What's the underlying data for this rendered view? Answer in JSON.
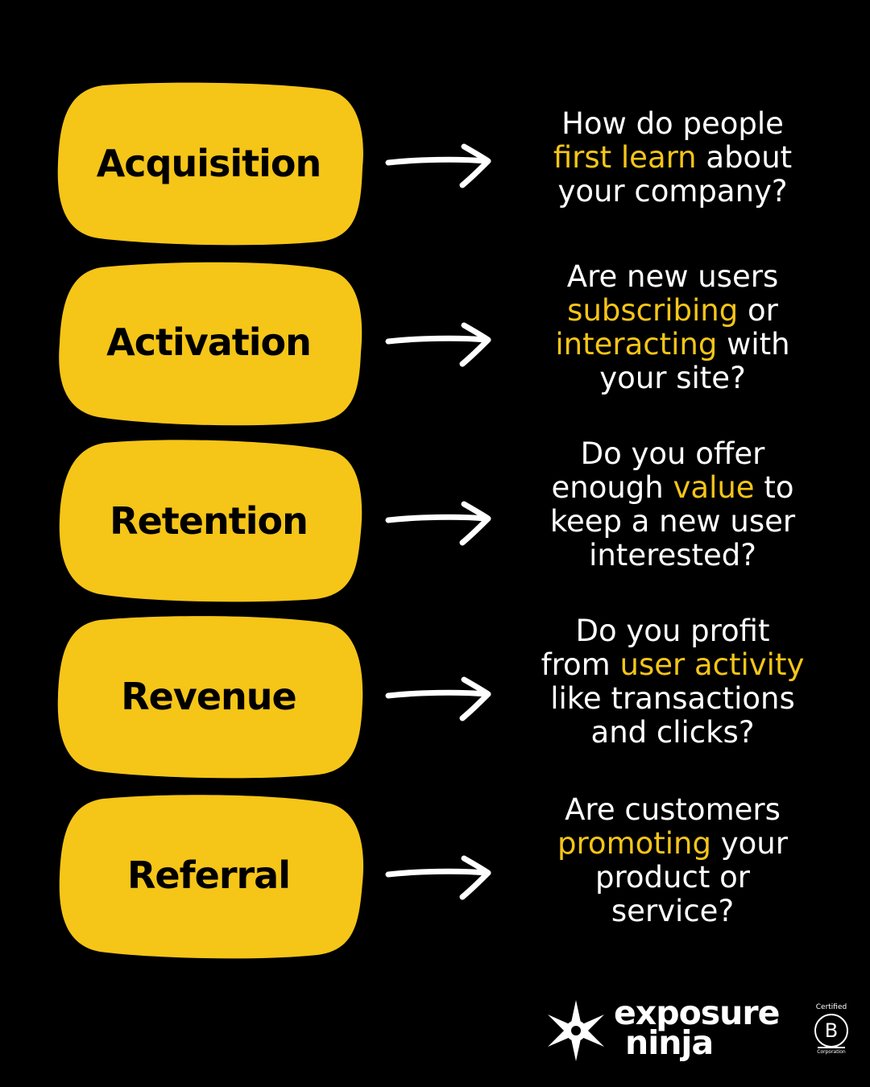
{
  "colors": {
    "background": "#000000",
    "accent": "#f5c518",
    "text": "#ffffff"
  },
  "stages": [
    {
      "label": "Acquisition",
      "question_lines": [
        [
          {
            "t": "How do people",
            "hl": false
          }
        ],
        [
          {
            "t": "first learn",
            "hl": true
          },
          {
            "t": " about",
            "hl": false
          }
        ],
        [
          {
            "t": "your company?",
            "hl": false
          }
        ]
      ]
    },
    {
      "label": "Activation",
      "question_lines": [
        [
          {
            "t": "Are new users",
            "hl": false
          }
        ],
        [
          {
            "t": "subscribing",
            "hl": true
          },
          {
            "t": " or",
            "hl": false
          }
        ],
        [
          {
            "t": "interacting",
            "hl": true
          },
          {
            "t": " with",
            "hl": false
          }
        ],
        [
          {
            "t": "your site?",
            "hl": false
          }
        ]
      ]
    },
    {
      "label": "Retention",
      "question_lines": [
        [
          {
            "t": "Do you offer",
            "hl": false
          }
        ],
        [
          {
            "t": "enough ",
            "hl": false
          },
          {
            "t": "value",
            "hl": true
          },
          {
            "t": " to",
            "hl": false
          }
        ],
        [
          {
            "t": "keep a new user",
            "hl": false
          }
        ],
        [
          {
            "t": "interested?",
            "hl": false
          }
        ]
      ]
    },
    {
      "label": "Revenue",
      "question_lines": [
        [
          {
            "t": "Do you profit",
            "hl": false
          }
        ],
        [
          {
            "t": "from ",
            "hl": false
          },
          {
            "t": "user activity",
            "hl": true
          }
        ],
        [
          {
            "t": "like transactions",
            "hl": false
          }
        ],
        [
          {
            "t": "and clicks?",
            "hl": false
          }
        ]
      ]
    },
    {
      "label": "Referral",
      "question_lines": [
        [
          {
            "t": "Are customers",
            "hl": false
          }
        ],
        [
          {
            "t": "promoting",
            "hl": true
          },
          {
            "t": " your",
            "hl": false
          }
        ],
        [
          {
            "t": "product or",
            "hl": false
          }
        ],
        [
          {
            "t": "service?",
            "hl": false
          }
        ]
      ]
    }
  ],
  "brand": {
    "wordmark_line1": "exposure",
    "wordmark_line2": "ninja",
    "logo_icon": "shuriken-icon",
    "badge_icon": "b-corp-icon",
    "badge_top": "Certified",
    "badge_letter": "B",
    "badge_bottom": "Corporation"
  }
}
